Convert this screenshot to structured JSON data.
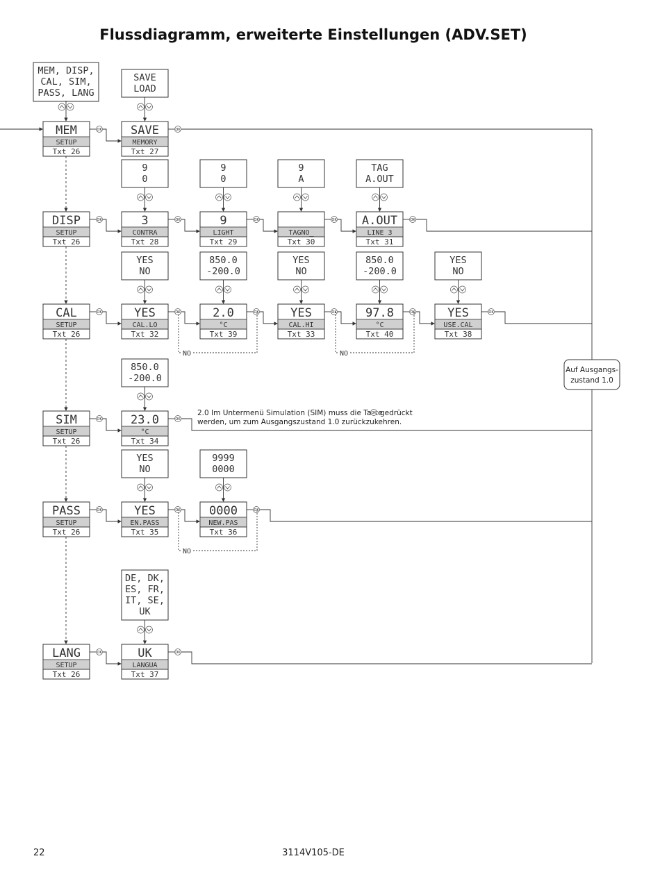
{
  "title": "Flussdiagramm, erweiterte Einstellungen (ADV.SET)",
  "footer": {
    "page": "22",
    "doc": "3114V105-DE"
  },
  "ok_label": "OK",
  "no_label": "NO",
  "end_state": [
    "Auf Ausgangs-",
    "zustand 1.0"
  ],
  "note": [
    "2.0 Im Untermenü Simulation (SIM) muss die Taste",
    "gedrückt",
    "werden, um zum Ausgangszustand 1.0 zurückzukehren."
  ],
  "menus": [
    {
      "id": "mem",
      "main": "MEM",
      "sub": "SETUP",
      "txt": "Txt 26"
    },
    {
      "id": "disp",
      "main": "DISP",
      "sub": "SETUP",
      "txt": "Txt 26"
    },
    {
      "id": "cal",
      "main": "CAL",
      "sub": "SETUP",
      "txt": "Txt 26"
    },
    {
      "id": "sim",
      "main": "SIM",
      "sub": "SETUP",
      "txt": "Txt 26"
    },
    {
      "id": "pass",
      "main": "PASS",
      "sub": "SETUP",
      "txt": "Txt 26"
    },
    {
      "id": "lang",
      "main": "LANG",
      "sub": "SETUP",
      "txt": "Txt 26"
    }
  ],
  "top_options": [
    "MEM, DISP,",
    "CAL, SIM,",
    "PASS, LANG"
  ],
  "rows": {
    "mem": [
      {
        "main": "SAVE",
        "sub": "MEMORY",
        "txt": "Txt 27",
        "options": [
          "SAVE",
          "LOAD"
        ]
      }
    ],
    "disp": [
      {
        "main": "3",
        "sub": "CONTRA",
        "txt": "Txt 28",
        "options": [
          "9",
          "0"
        ]
      },
      {
        "main": "9",
        "sub": "LIGHT",
        "txt": "Txt 29",
        "options": [
          "9",
          "0"
        ]
      },
      {
        "main": "",
        "sub": "TAGNO_",
        "txt": "Txt 30",
        "options": [
          "9",
          "A"
        ]
      },
      {
        "main": "A.OUT",
        "sub": "LINE 3",
        "txt": "Txt 31",
        "options": [
          "TAG",
          "A.OUT"
        ]
      }
    ],
    "cal": [
      {
        "main": "YES",
        "sub": "CAL.LO",
        "txt": "Txt 32",
        "options": [
          "YES",
          "NO"
        ]
      },
      {
        "main": "2.0",
        "sub": "°C",
        "txt": "Txt 39",
        "options": [
          "850.0",
          "-200.0"
        ]
      },
      {
        "main": "YES",
        "sub": "CAL.HI",
        "txt": "Txt 33",
        "options": [
          "YES",
          "NO"
        ]
      },
      {
        "main": "97.8",
        "sub": "°C",
        "txt": "Txt 40",
        "options": [
          "850.0",
          "-200.0"
        ]
      },
      {
        "main": "YES",
        "sub": "USE.CAL",
        "txt": "Txt 38",
        "options": [
          "YES",
          "NO"
        ]
      }
    ],
    "sim": [
      {
        "main": "23.0",
        "sub": "°C",
        "txt": "Txt 34",
        "options": [
          "850.0",
          "-200.0"
        ]
      }
    ],
    "pass": [
      {
        "main": "YES",
        "sub": "EN.PASS",
        "txt": "Txt 35",
        "options": [
          "YES",
          "NO"
        ]
      },
      {
        "main": "0000",
        "sub": "NEW.PAS",
        "txt": "Txt 36",
        "options": [
          "9999",
          "0000"
        ]
      }
    ],
    "lang": [
      {
        "main": "UK",
        "sub": "LANGUA",
        "txt": "Txt 37",
        "options": [
          "DE, DK,",
          "ES, FR,",
          "IT, SE,",
          "UK"
        ]
      }
    ]
  }
}
